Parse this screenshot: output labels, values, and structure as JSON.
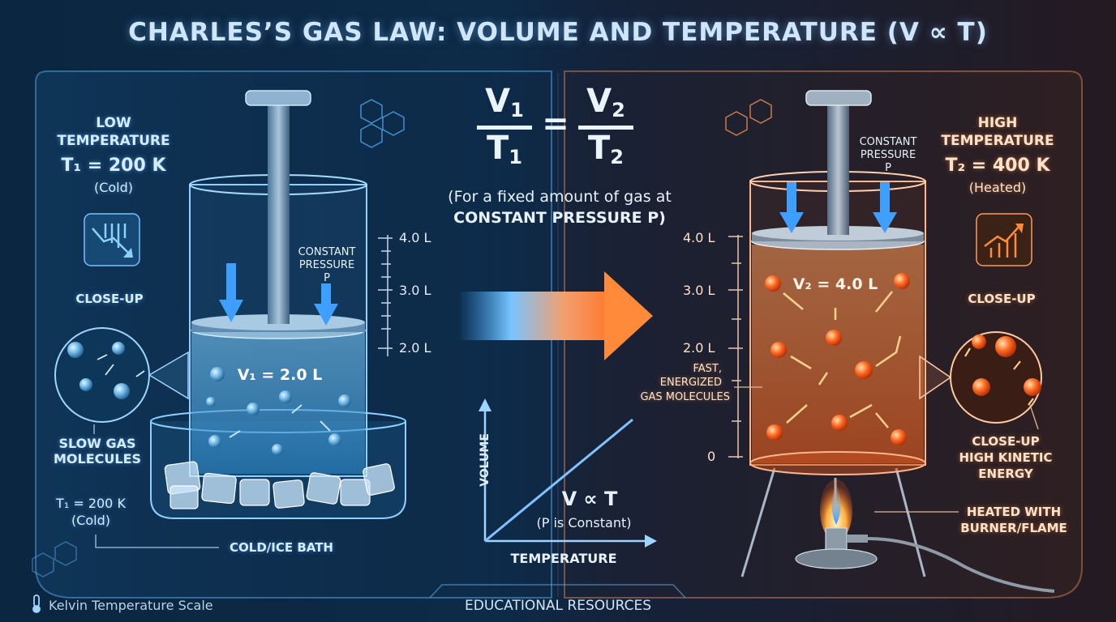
{
  "title": "CHARLES’S GAS LAW: VOLUME AND TEMPERATURE (V ∝ T)",
  "formula": {
    "v1": "V",
    "v1_sub": "1",
    "t1": "T",
    "t1_sub": "1",
    "equals": "=",
    "v2": "V",
    "v2_sub": "2",
    "t2": "T",
    "t2_sub": "2",
    "note_line1": "(For a fixed amount of gas at",
    "note_line2": "CONSTANT PRESSURE P)"
  },
  "cold": {
    "heading_line1": "LOW",
    "heading_line2": "TEMPERATURE",
    "temp": "T₁ = 200 K",
    "state": "(Cold)",
    "closeup": "CLOSE-UP",
    "molecules_line1": "SLOW GAS",
    "molecules_line2": "MOLECULES",
    "footer_temp": "T₁ = 200 K",
    "footer_state": "(Cold)",
    "bath": "COLD/ICE BATH",
    "volume": "V₁ = 2.0 L",
    "pressure_line1": "CONSTANT",
    "pressure_line2": "PRESSURE",
    "pressure_line3": "P",
    "scale": [
      "4.0 L",
      "3.0 L",
      "2.0 L"
    ]
  },
  "hot": {
    "heading_line1": "HIGH",
    "heading_line2": "TEMPERATURE",
    "temp": "T₂ = 400 K",
    "state": "(Heated)",
    "closeup": "CLOSE-UP",
    "energy_line1": "CLOSE-UP",
    "energy_line2": "HIGH KINETIC",
    "energy_line3": "ENERGY",
    "burner_line1": "HEATED WITH",
    "burner_line2": "BURNER/FLAME",
    "volume": "V₂ = 4.0 L",
    "pressure_line1": "CONSTANT",
    "pressure_line2": "PRESSURE",
    "pressure_line3": "P",
    "molecules_line1": "FAST,",
    "molecules_line2": "ENERGIZED",
    "molecules_line3": "GAS MOLECULES",
    "scale": [
      "4.0 L",
      "3.0 L",
      "2.0 L",
      "0"
    ]
  },
  "graph": {
    "ylabel": "VOLUME",
    "xlabel": "TEMPERATURE",
    "relation": "V ∝ T",
    "condition": "(P is Constant)"
  },
  "footer": {
    "left": "Kelvin Temperature Scale",
    "center": "EDUCATIONAL RESOURCES"
  },
  "colors": {
    "cold_accent": "#5ab8ff",
    "hot_accent": "#ff8a3a",
    "background": "#0c2744"
  }
}
